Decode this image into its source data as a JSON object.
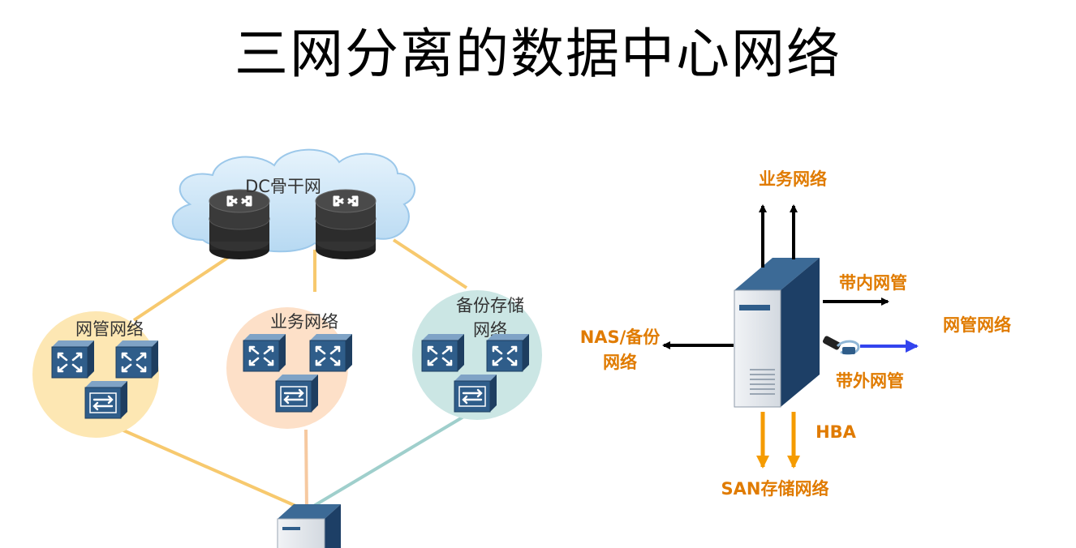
{
  "title": "三网分离的数据中心网络",
  "left_diagram": {
    "cloud_label": "DC骨干网",
    "circles": [
      {
        "label_lines": [
          "网管网络"
        ],
        "color": "#fde7b3"
      },
      {
        "label_lines": [
          "业务网络"
        ],
        "color": "#fde0c8"
      },
      {
        "label_lines": [
          "备份存储",
          "网络"
        ],
        "color": "#cbe6e4"
      }
    ]
  },
  "right_diagram": {
    "top_label": "业务网络",
    "inband_label": "带内网管",
    "nas_label_lines": [
      "NAS/备份",
      "网络"
    ],
    "mgmt_label": "网管网络",
    "outband_label": "带外网管",
    "hba_label": "HBA",
    "san_label": "SAN存储网络"
  },
  "colors": {
    "link_orange": "#f7c96e",
    "link_peach": "#f6c9a0",
    "link_teal": "#9fcfcc",
    "label_orange": "#e07b00",
    "arrow_blue": "#3344ee",
    "arrow_orange": "#f59b00",
    "server_dark": "#244a73",
    "device_blue": "#2f5d8a"
  }
}
